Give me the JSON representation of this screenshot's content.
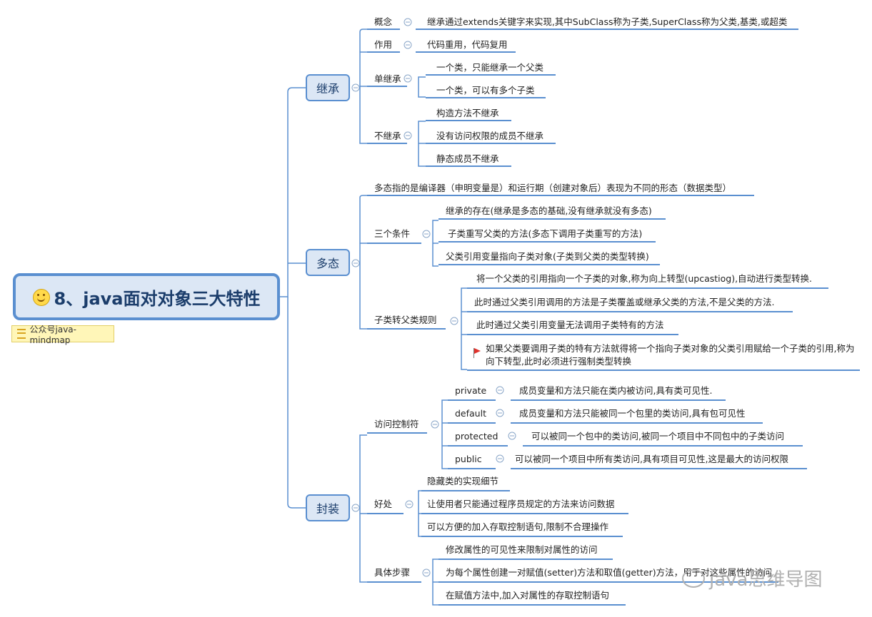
{
  "root": {
    "title": "8、java面对对象三大特性",
    "note": "公众号java-mindmap"
  },
  "inheritance": {
    "label": "继承",
    "concept": {
      "label": "概念",
      "text": "继承通过extends关键字来实现,其中SubClass称为子类,SuperClass称为父类,基类,或超类"
    },
    "role": {
      "label": "作用",
      "text": "代码重用，代码复用"
    },
    "single": {
      "label": "单继承",
      "items": [
        "一个类，只能继承一个父类",
        "一个类，可以有多个子类"
      ]
    },
    "not_inherited": {
      "label": "不继承",
      "items": [
        "构造方法不继承",
        "没有访问权限的成员不继承",
        "静态成员不继承"
      ]
    }
  },
  "polymorphism": {
    "label": "多态",
    "definition": "多态指的是编译器（申明变量是）和运行期（创建对象后）表现为不同的形态（数据类型）",
    "conditions": {
      "label": "三个条件",
      "items": [
        "继承的存在(继承是多态的基础,没有继承就没有多态)",
        "子类重写父类的方法(多态下调用子类重写的方法)",
        "父类引用变量指向子类对象(子类到父类的类型转换)"
      ]
    },
    "cast_rules": {
      "label": "子类转父类规则",
      "items": [
        "将一个父类的引用指向一个子类的对象,称为向上转型(upcastiog),自动进行类型转换.",
        "此时通过父类引用调用的方法是子类覆盖或继承父类的方法,不是父类的方法.",
        "此时通过父类引用变量无法调用子类特有的方法",
        "如果父类要调用子类的特有方法就得将一个指向子类对象的父类引用赋给一个子类的引用,称为向下转型,此时必须进行强制类型转换"
      ]
    }
  },
  "encapsulation": {
    "label": "封装",
    "access": {
      "label": "访问控制符",
      "items": [
        {
          "name": "private",
          "desc": "成员变量和方法只能在类内被访问,具有类可见性."
        },
        {
          "name": "default",
          "desc": "成员变量和方法只能被同一个包里的类访问,具有包可见性"
        },
        {
          "name": "protected",
          "desc": "可以被同一个包中的类访问,被同一个项目中不同包中的子类访问"
        },
        {
          "name": "public",
          "desc": "可以被同一个项目中所有类访问,具有项目可见性,这是最大的访问权限"
        }
      ]
    },
    "benefits": {
      "label": "好处",
      "items": [
        "隐藏类的实现细节",
        "让使用者只能通过程序员规定的方法来访问数据",
        "可以方便的加入存取控制语句,限制不合理操作"
      ]
    },
    "steps": {
      "label": "具体步骤",
      "items": [
        "修改属性的可见性来限制对属性的访问",
        "为每个属性创建一对赋值(setter)方法和取值(getter)方法，用于对这些属性的访问",
        "在赋值方法中,加入对属性的存取控制语句"
      ]
    }
  },
  "watermark": "java思维导图",
  "colors": {
    "line": "#5a8fd0",
    "node_fill": "#dce7f5",
    "note_fill": "#fff6b8",
    "flag": "#e0322c"
  }
}
